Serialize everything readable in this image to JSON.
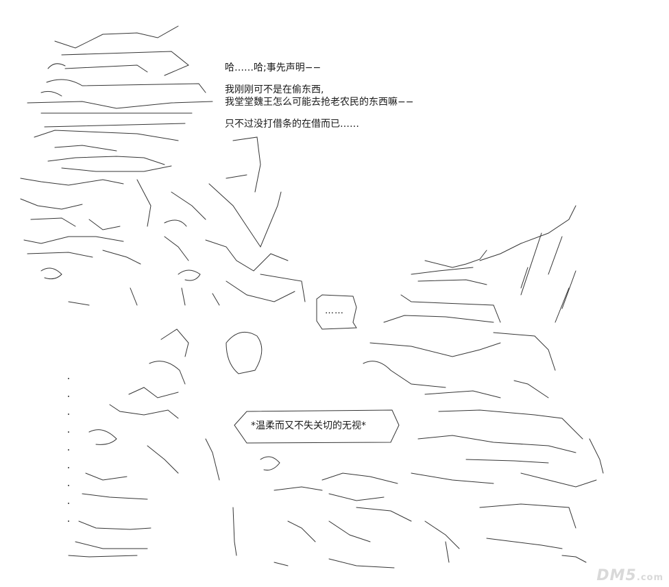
{
  "dialogue": {
    "lines_group1": [
      "哈……哈;事先声明−−"
    ],
    "lines_group2": [
      "我刚刚可不是在偷东西,",
      "我堂堂魏王怎么可能去抢老农民的东西嘛−−"
    ],
    "lines_group3": [
      "只不过没打借条的在借而已……"
    ]
  },
  "bubble_ellipsis": "……",
  "bubble_gaze": "*温柔而又不失关切的无视*",
  "watermark": {
    "brand": "DM5",
    "suffix": ".com"
  }
}
